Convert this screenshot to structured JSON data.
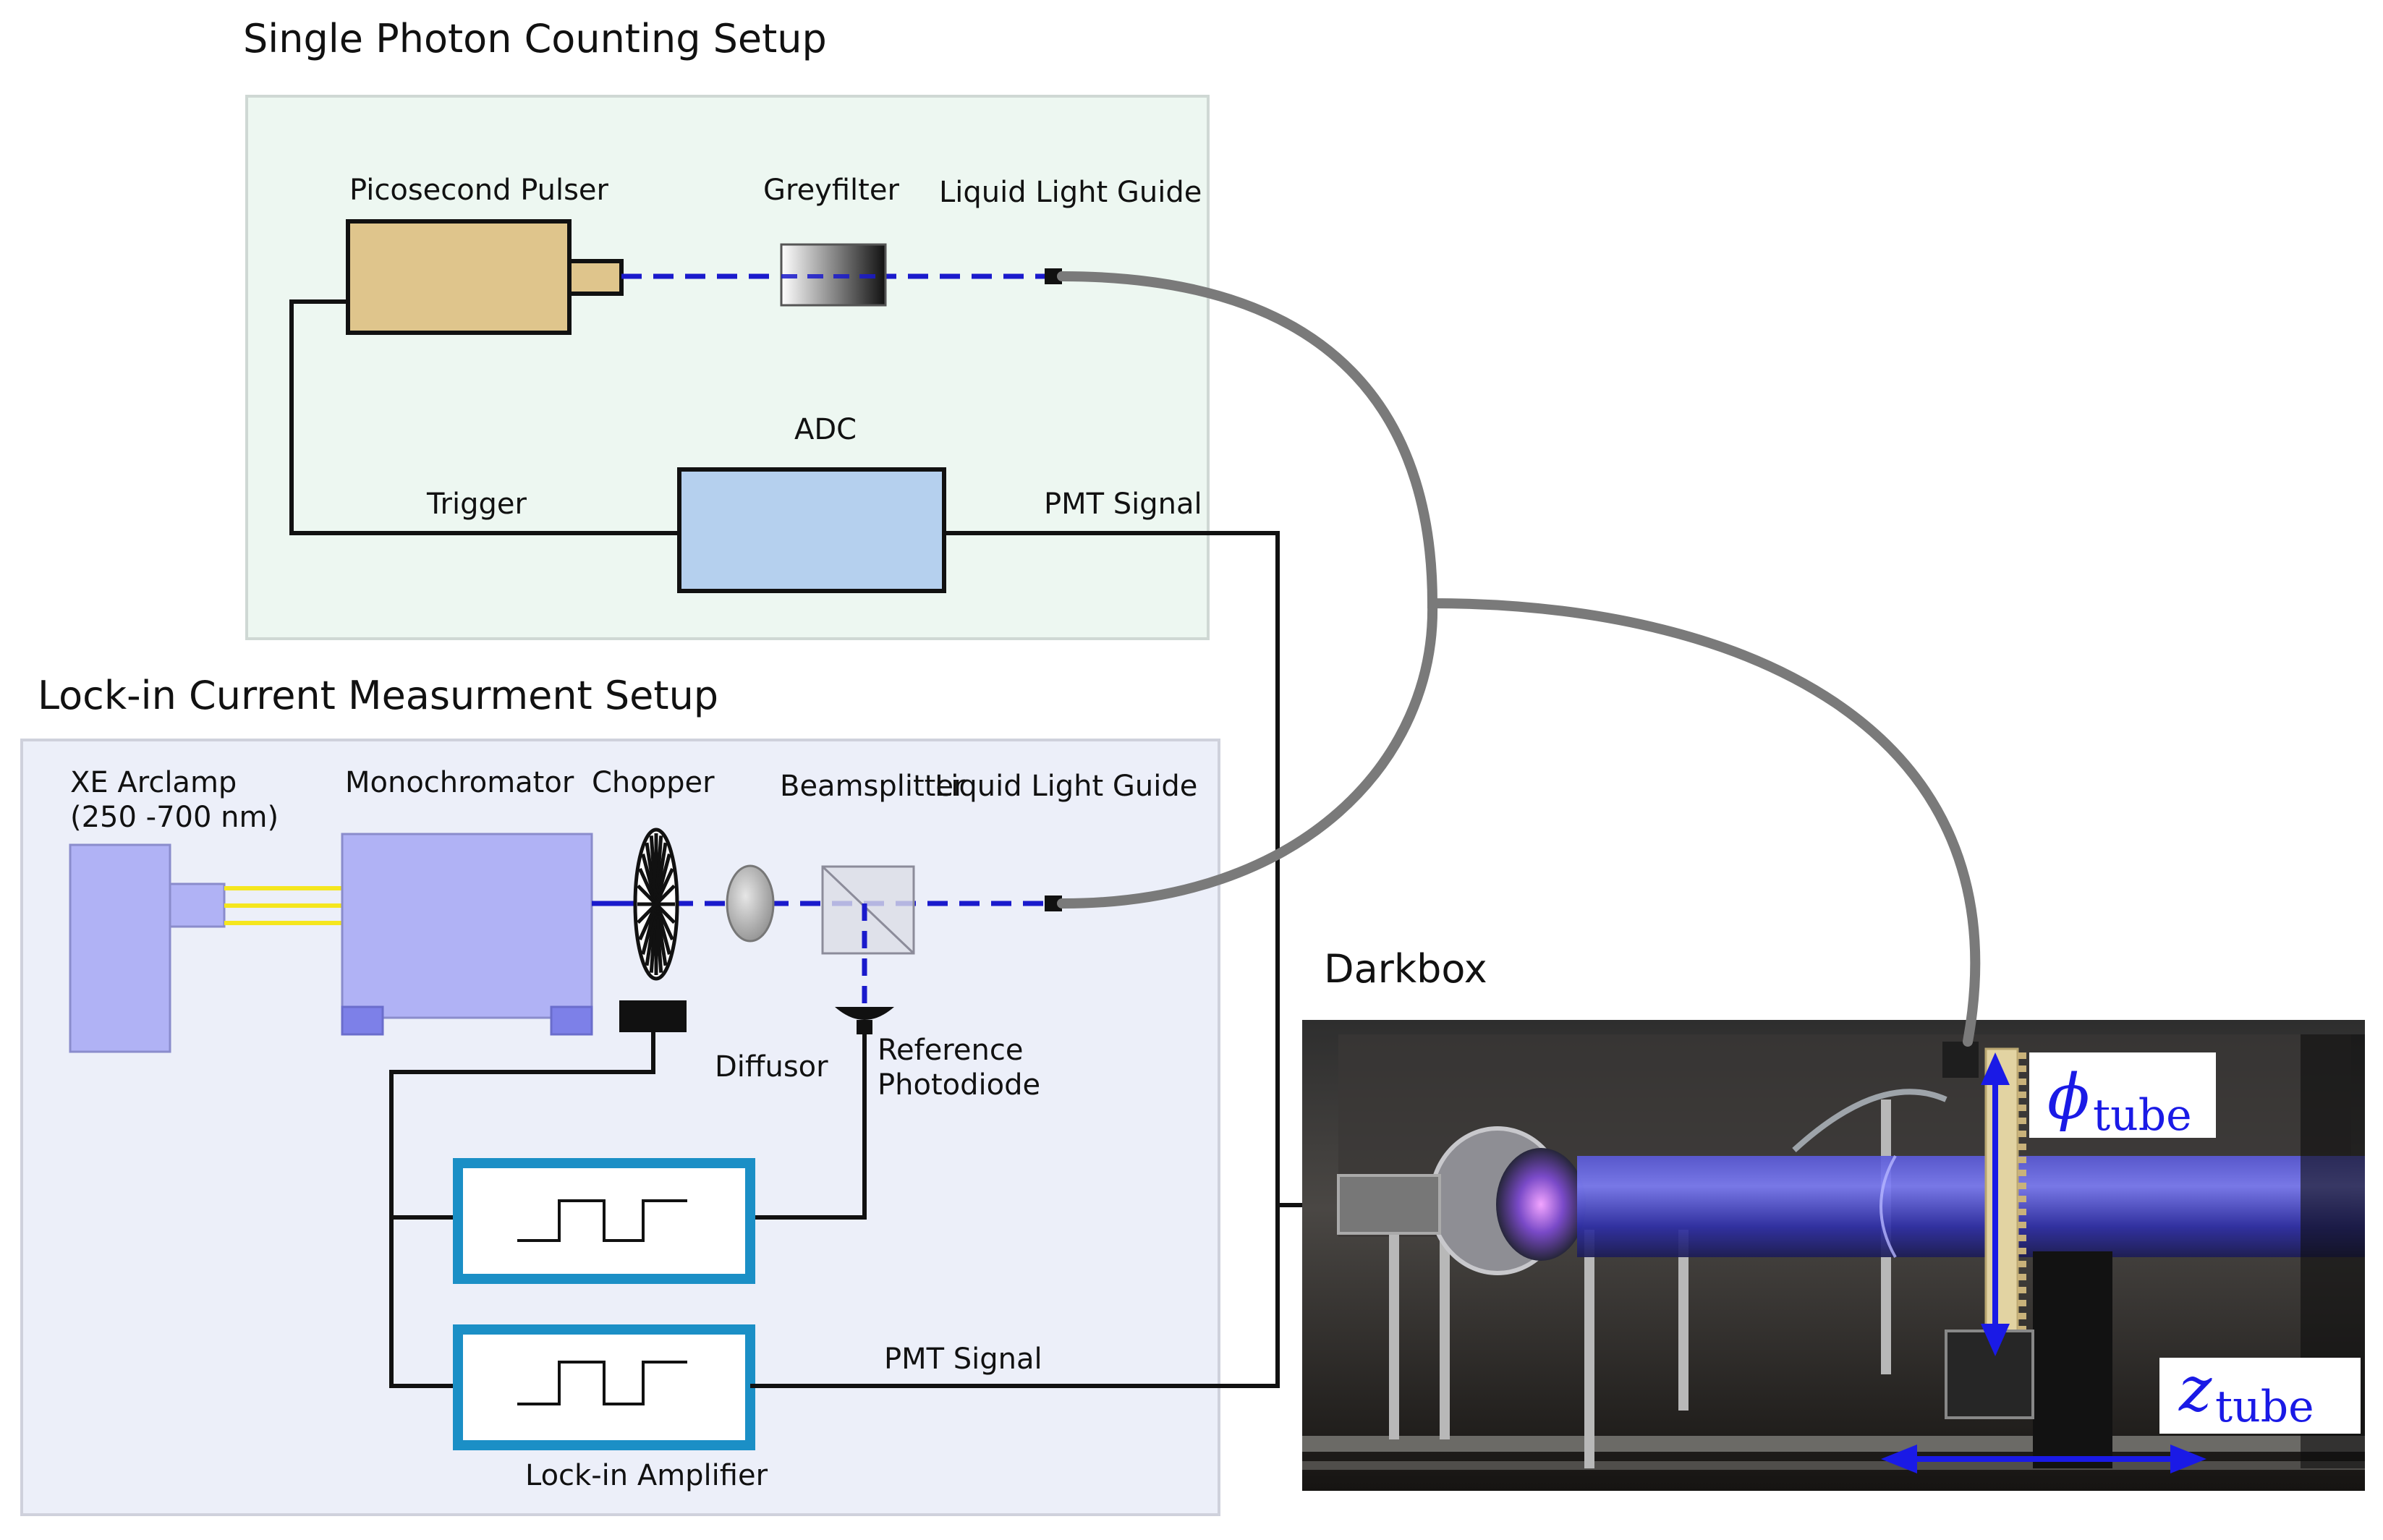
{
  "spc": {
    "title": "Single Photon Counting Setup",
    "pulser": "Picosecond Pulser",
    "greyfilter": "Greyfilter",
    "light_guide": "Liquid Light Guide",
    "adc": "ADC",
    "trigger": "Trigger",
    "pmt_signal": "PMT Signal"
  },
  "lockin": {
    "title": "Lock-in Current Measurment Setup",
    "arclamp_line1": "XE Arclamp",
    "arclamp_line2": "(250 -700 nm)",
    "monochromator": "Monochromator",
    "chopper": "Chopper",
    "beamsplitter": "Beamsplitter",
    "light_guide": "Liquid Light Guide",
    "diffusor": "Diffusor",
    "ref_line1": "Reference",
    "ref_line2": "Photodiode",
    "pmt_signal": "PMT Signal",
    "amplifier": "Lock-in Amplifier"
  },
  "darkbox": {
    "title": "Darkbox",
    "phi_symbol": "ϕ",
    "phi_sub": "tube",
    "z_symbol": "z",
    "z_sub": "tube"
  },
  "colors": {
    "spc_bg": "#edf7f1",
    "lockin_bg": "#eceff9",
    "pulser": "#dfc58c",
    "adc": "#b5d0ee",
    "lamp": "#b0b2f5",
    "amp_border": "#1b8fc6",
    "beam": "#1a1acc",
    "fiber": "#7a7a7a",
    "yellow": "#f5e61e",
    "math_blue": "#1a1ae6"
  }
}
